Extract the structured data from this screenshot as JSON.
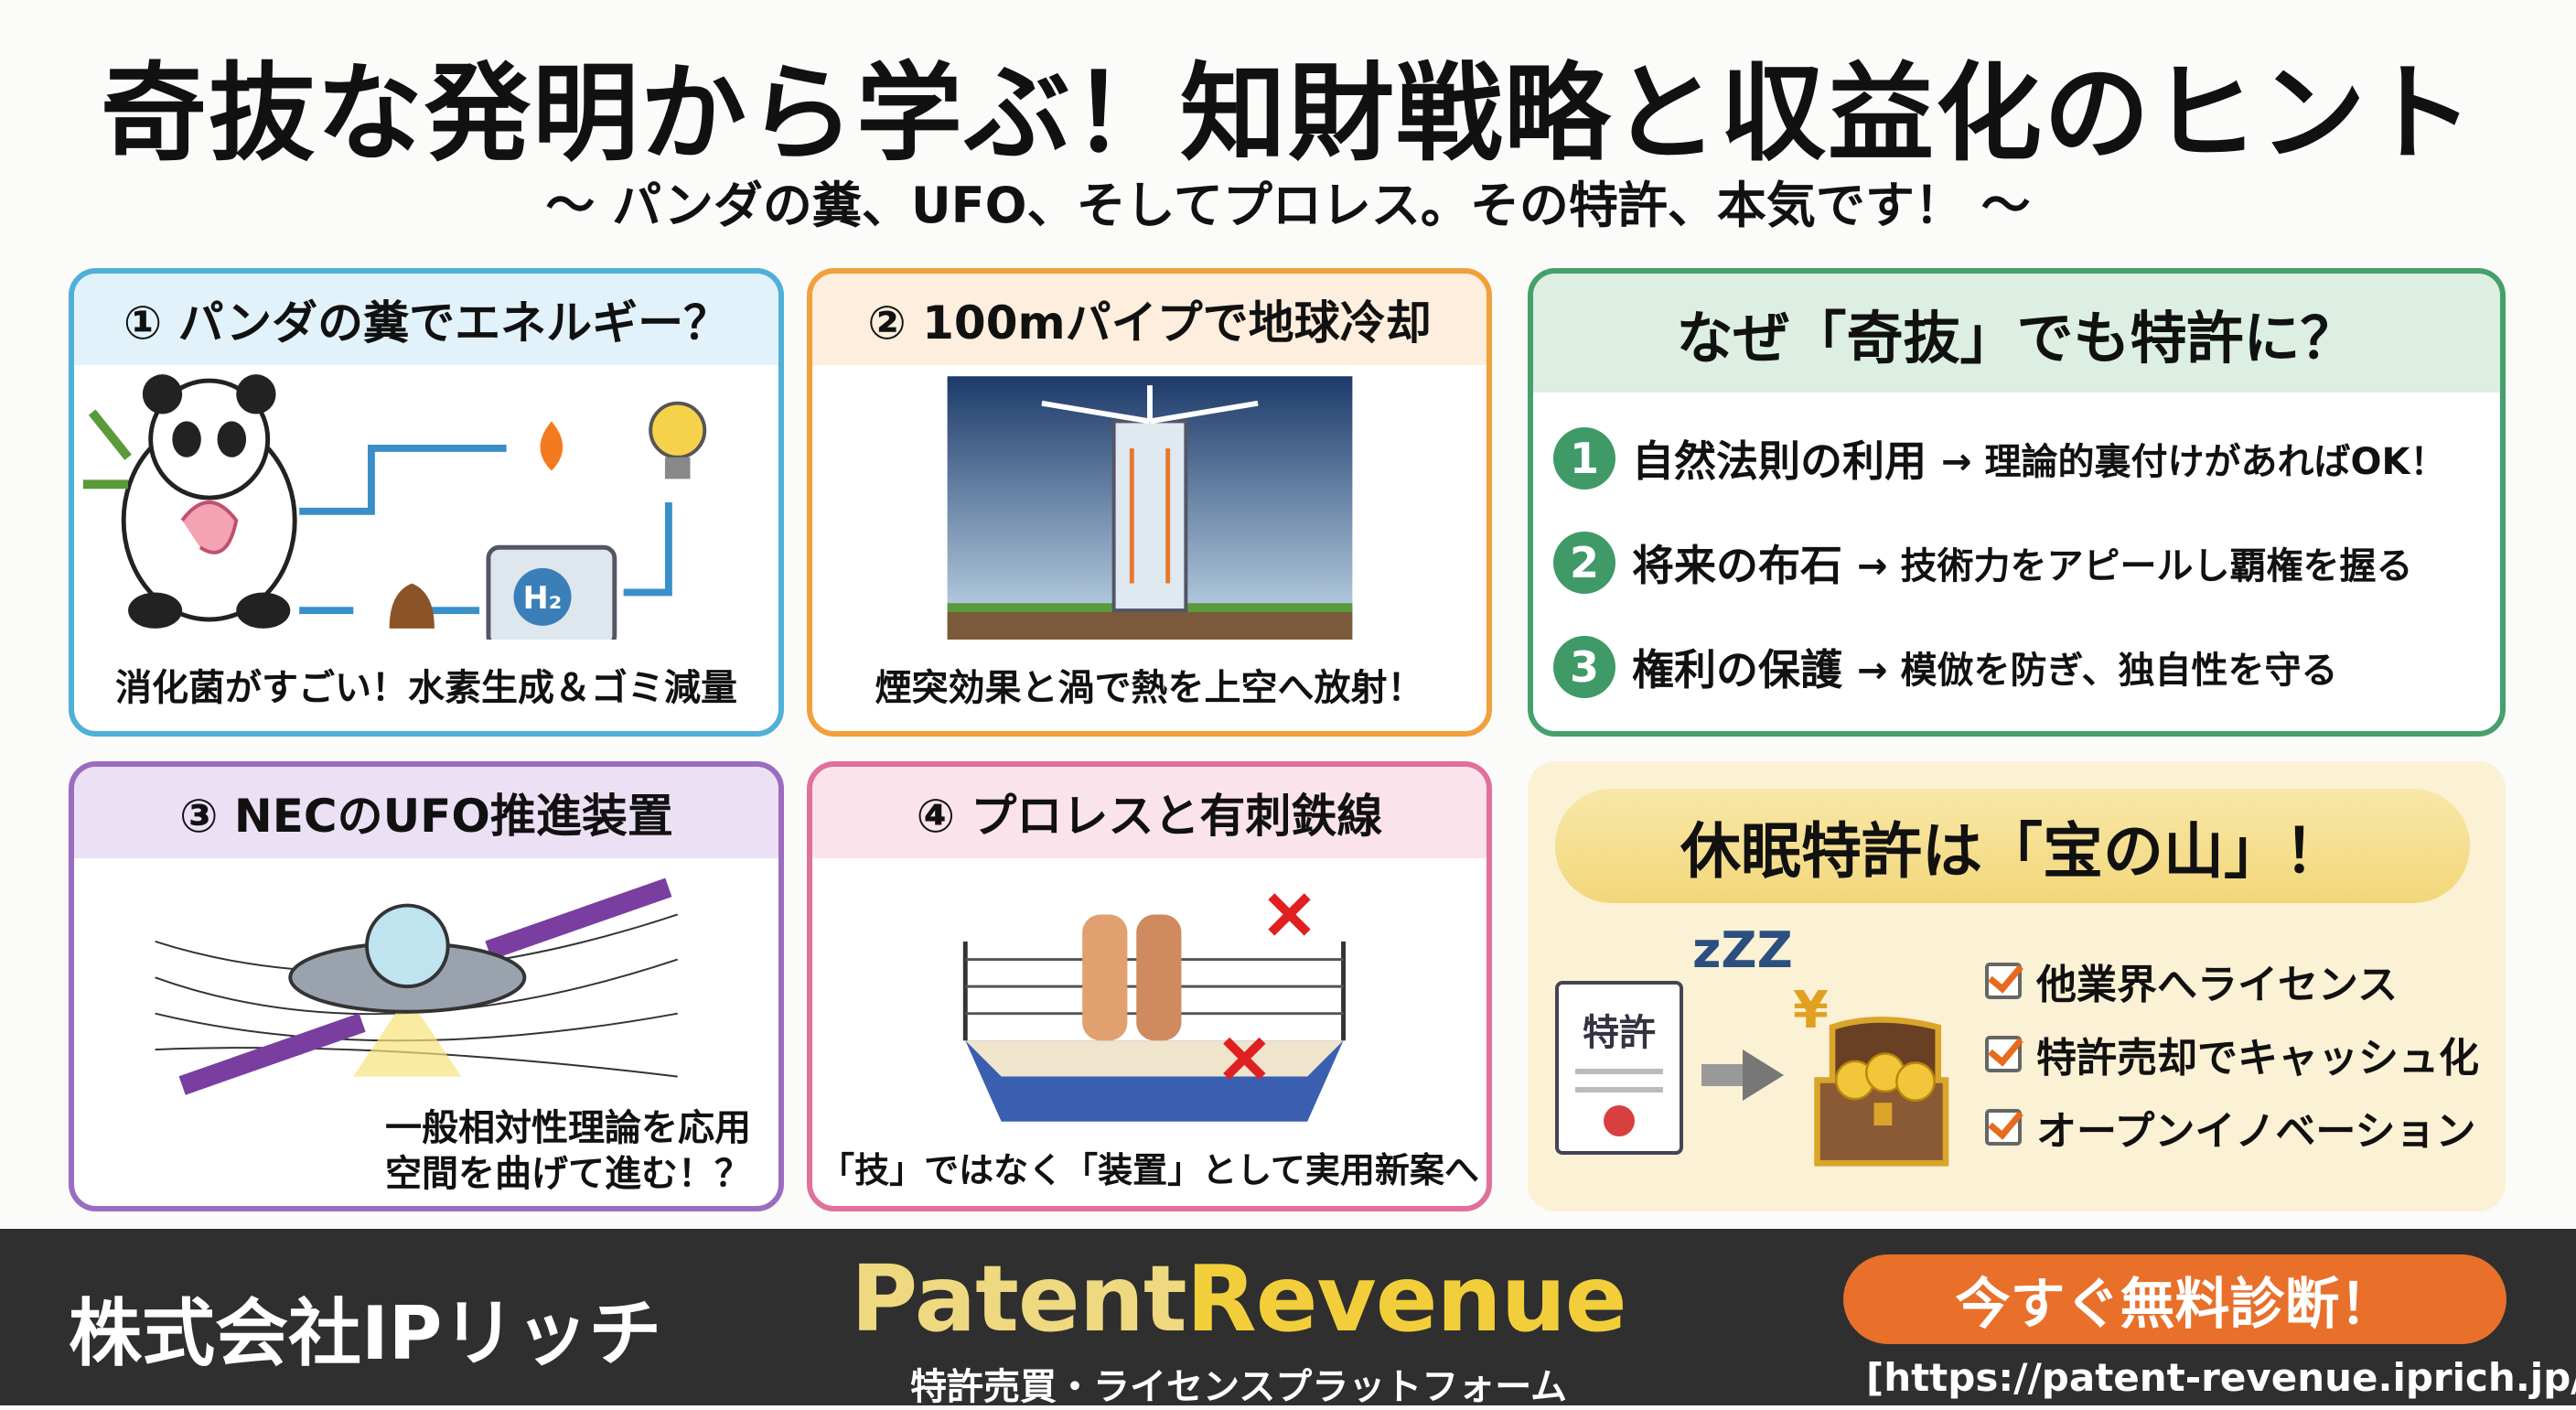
{
  "title": "奇抜な発明から学ぶ！知財戦略と収益化のヒント",
  "subtitle": "〜 パンダの糞、UFO、そしてプロレス。その特許、本気です！ 〜",
  "panels": [
    {
      "heading": "① パンダの糞でエネルギー？",
      "caption": "消化菌がすごい！水素生成＆ゴミ減量",
      "h2_label": "H₂"
    },
    {
      "heading": "② 100mパイプで地球冷却",
      "caption": "煙突効果と渦で熱を上空へ放射！"
    },
    {
      "heading": "③ NECのUFO推進装置",
      "caption_lines": [
        "一般相対性理論を応用",
        "空間を曲げて進む！？"
      ]
    },
    {
      "heading": "④ プロレスと有刺鉄線",
      "caption": "「技」ではなく「装置」として実用新案へ"
    }
  ],
  "why": {
    "heading": "なぜ「奇抜」でも特許に？",
    "items": [
      {
        "num": "1",
        "label": "自然法則の利用",
        "detail": "→ 理論的裏付けがあればOK！"
      },
      {
        "num": "2",
        "label": "将来の布石",
        "detail": "→ 技術力をアピールし覇権を握る"
      },
      {
        "num": "3",
        "label": "権利の保護",
        "detail": "→ 模倣を防ぎ、独自性を守る"
      }
    ]
  },
  "dormant": {
    "heading": "休眠特許は「宝の山」！",
    "doc_label": "特許",
    "zzz": "zZZ",
    "yen": "¥",
    "checks": [
      "他業界へライセンス",
      "特許売却でキャッシュ化",
      "オープンイノベーション"
    ]
  },
  "footer": {
    "company": "株式会社IPリッチ",
    "brand_a": "Patent",
    "brand_b": "Revenue",
    "tagline": "特許売買・ライセンスプラットフォーム",
    "cta": "今すぐ無料診断！",
    "url": "[https://patent-revenue.iprich.jp/"
  },
  "colors": {
    "blue": "#4fb0d8",
    "orange": "#f0a03c",
    "green": "#46a06c",
    "purple": "#9b6cc0",
    "pink": "#e0709c",
    "cta": "#e8702a",
    "brand": "#f2cf3a"
  }
}
